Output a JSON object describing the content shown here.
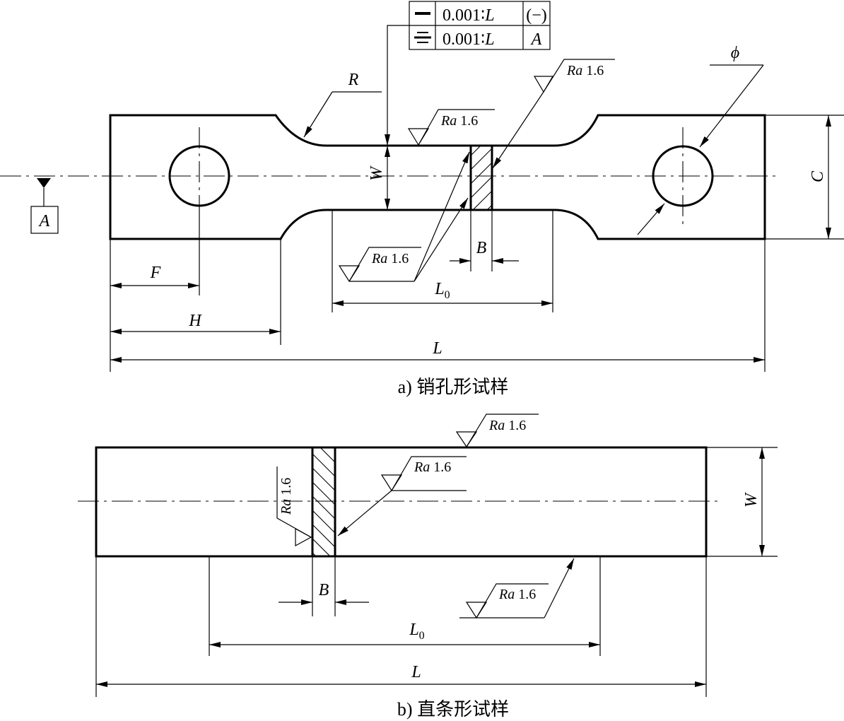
{
  "diagrams": [
    {
      "caption": "a) 销孔形试样",
      "dims": {
        "R": "R",
        "W": "W",
        "C": "C",
        "phi": "ϕ",
        "B": "B",
        "L0": "L",
        "L0_sub": "0",
        "F": "F",
        "H": "H",
        "L": "L"
      },
      "datum": "A",
      "tolerance_frame": {
        "row1": {
          "value": "0.001∶",
          "per": "L",
          "modifier": "(−)"
        },
        "row2": {
          "value": "0.001∶",
          "per": "L",
          "datum_ref": "A"
        }
      },
      "roughness": {
        "prefix": "Ra",
        "value": "1.6"
      }
    },
    {
      "caption": "b) 直条形试样",
      "dims": {
        "W": "W",
        "B": "B",
        "L0": "L",
        "L0_sub": "0",
        "L": "L"
      },
      "roughness": {
        "prefix": "Ra",
        "value": "1.6"
      }
    }
  ]
}
